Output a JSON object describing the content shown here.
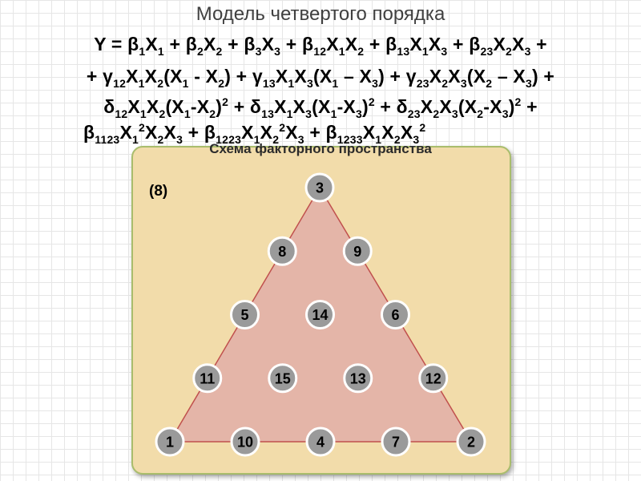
{
  "title": "Модель четвертого порядка",
  "diagram_title": "Схема факторного пространства",
  "experiment_count_label": "(8)",
  "equation": {
    "line1": [
      "Y = β",
      {
        "sub": "1"
      },
      "X",
      {
        "sub": "1"
      },
      " + β",
      {
        "sub": "2"
      },
      "X",
      {
        "sub": "2"
      },
      " + β",
      {
        "sub": "3"
      },
      "X",
      {
        "sub": "3"
      },
      " + β",
      {
        "sub": "12"
      },
      "X",
      {
        "sub": "1"
      },
      "X",
      {
        "sub": "2"
      },
      " + β",
      {
        "sub": "13"
      },
      "X",
      {
        "sub": "1"
      },
      "X",
      {
        "sub": "3"
      },
      " + β",
      {
        "sub": "23"
      },
      "X",
      {
        "sub": "2"
      },
      "X",
      {
        "sub": "3"
      },
      " +"
    ],
    "line2": [
      "+ γ",
      {
        "sub": "12"
      },
      "X",
      {
        "sub": "1"
      },
      "X",
      {
        "sub": "2"
      },
      "(X",
      {
        "sub": "1"
      },
      " - X",
      {
        "sub": "2"
      },
      ") + γ",
      {
        "sub": "13"
      },
      "X",
      {
        "sub": "1"
      },
      "X",
      {
        "sub": "3"
      },
      "(X",
      {
        "sub": "1"
      },
      " – X",
      {
        "sub": "3"
      },
      ") + γ",
      {
        "sub": "23"
      },
      "X",
      {
        "sub": "2"
      },
      "X",
      {
        "sub": "3"
      },
      "(X",
      {
        "sub": "2"
      },
      " – X",
      {
        "sub": "3"
      },
      ") +"
    ],
    "line3": [
      "δ",
      {
        "sub": "12"
      },
      "X",
      {
        "sub": "1"
      },
      "X",
      {
        "sub": "2"
      },
      "(X",
      {
        "sub": "1"
      },
      "-X",
      {
        "sub": "2"
      },
      ")",
      {
        "sup": "2"
      },
      " + δ",
      {
        "sub": "13"
      },
      "X",
      {
        "sub": "1"
      },
      "X",
      {
        "sub": "3"
      },
      "(X",
      {
        "sub": "1"
      },
      "-X",
      {
        "sub": "3"
      },
      ")",
      {
        "sup": "2"
      },
      " + δ",
      {
        "sub": "23"
      },
      "X",
      {
        "sub": "2"
      },
      "X",
      {
        "sub": "3"
      },
      "(X",
      {
        "sub": "2"
      },
      "-X",
      {
        "sub": "3"
      },
      ")",
      {
        "sup": "2"
      },
      " +"
    ],
    "line4": [
      "β",
      {
        "sub": "1123"
      },
      "X",
      {
        "sub": "1"
      },
      {
        "sup": "2"
      },
      "X",
      {
        "sub": "2"
      },
      "X",
      {
        "sub": "3"
      },
      " + β",
      {
        "sub": "1223"
      },
      "X",
      {
        "sub": "1"
      },
      "X",
      {
        "sub": "2"
      },
      {
        "sup": "2"
      },
      "X",
      {
        "sub": "3"
      },
      " + β",
      {
        "sub": "1233"
      },
      "X",
      {
        "sub": "1"
      },
      "X",
      {
        "sub": "2"
      },
      "X",
      {
        "sub": "3"
      },
      {
        "sup": "2"
      }
    ]
  },
  "colors": {
    "triangle_fill": "#e4b5a8",
    "triangle_stroke": "#c0504d",
    "node_fill": "#9a9a9a",
    "node_stroke": "#ffffff",
    "panel_fill": "#f2dcaa"
  },
  "triangle": {
    "nodes": [
      {
        "id": "1",
        "a": 1,
        "b": 0,
        "c": 0
      },
      {
        "id": "10",
        "a": 0.75,
        "b": 0.25,
        "c": 0
      },
      {
        "id": "4",
        "a": 0.5,
        "b": 0.5,
        "c": 0
      },
      {
        "id": "7",
        "a": 0.25,
        "b": 0.75,
        "c": 0
      },
      {
        "id": "2",
        "a": 0,
        "b": 1,
        "c": 0
      },
      {
        "id": "11",
        "a": 0.75,
        "b": 0,
        "c": 0.25
      },
      {
        "id": "5",
        "a": 0.5,
        "b": 0,
        "c": 0.5
      },
      {
        "id": "8",
        "a": 0.25,
        "b": 0,
        "c": 0.75
      },
      {
        "id": "3",
        "a": 0,
        "b": 0,
        "c": 1
      },
      {
        "id": "9",
        "a": 0,
        "b": 0.25,
        "c": 0.75
      },
      {
        "id": "6",
        "a": 0,
        "b": 0.5,
        "c": 0.5
      },
      {
        "id": "12",
        "a": 0,
        "b": 0.75,
        "c": 0.25
      },
      {
        "id": "14",
        "a": 0.25,
        "b": 0.25,
        "c": 0.5
      },
      {
        "id": "15",
        "a": 0.5,
        "b": 0.25,
        "c": 0.25
      },
      {
        "id": "13",
        "a": 0.25,
        "b": 0.5,
        "c": 0.25
      }
    ]
  }
}
